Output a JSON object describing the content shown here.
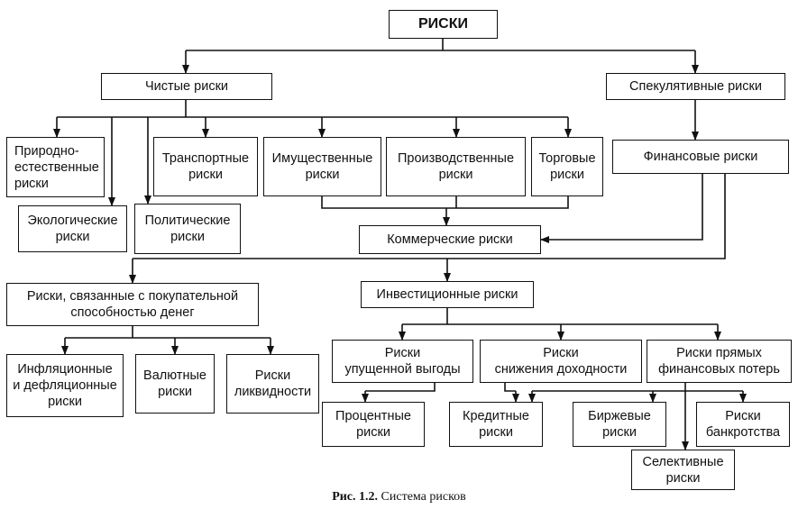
{
  "nodes": {
    "riski": "РИСКИ",
    "chistye": "Чистые риски",
    "spekulyativnye": "Спекулятивные риски",
    "prirodno": "Природно-\nестественные\nриски",
    "ekologicheskie": "Экологические\nриски",
    "politicheskie": "Политические\nриски",
    "transportnye": "Транспортные\nриски",
    "imushchestvennye": "Имущественные\nриски",
    "proizvodstvennye": "Производственные\nриски",
    "torgovye": "Торговые\nриски",
    "finansovye": "Финансовые риски",
    "kommercheskie": "Коммерческие риски",
    "pokupatelnaya": "Риски, связанные с покупательной\nспособностью денег",
    "investitsionnye": "Инвестиционные риски",
    "inflyatsionnye": "Инфляционные\nи дефляционные\nриски",
    "valyutnye": "Валютные\nриски",
    "likvidnosti": "Риски\nликвидности",
    "upushchennoy": "Риски\nупущенной выгоды",
    "snizheniya": "Риски\nснижения доходности",
    "pryamyh": "Риски прямых\nфинансовых потерь",
    "protsentnye": "Процентные\nриски",
    "kreditnye": "Кредитные\nриски",
    "birzhevye": "Биржевые\nриски",
    "bankrotstva": "Риски\nбанкротства",
    "selektivnye": "Селективные\nриски"
  },
  "caption": {
    "label": "Рис. 1.2.",
    "text": " Система рисков"
  },
  "colors": {
    "line": "#111111",
    "background": "#ffffff"
  }
}
